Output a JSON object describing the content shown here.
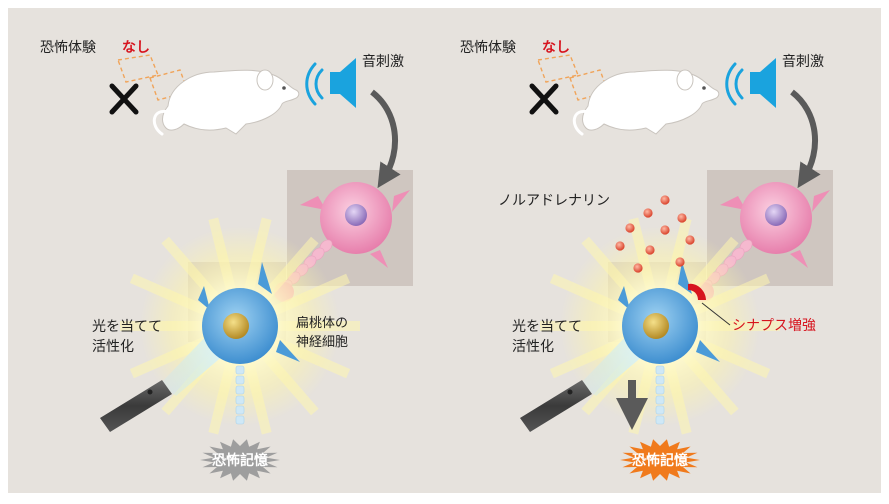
{
  "colors": {
    "background": "#e6e2dd",
    "mouse": "#ffffff",
    "speaker": "#1aa3de",
    "amygdala_cell": "#ee8fb6",
    "activated_cell": "#4b9bd8",
    "nucleus_pink": "#9b7ec4",
    "nucleus_gold": "#c9a23a",
    "glow": "#fff9b8",
    "accent_red": "#d7141e",
    "memory_gray": "#9e9e9e",
    "memory_orange": "#f07a1c",
    "noradrenaline_dot": "#e8604a",
    "arrow_gray": "#5a5a5a"
  },
  "panels": [
    {
      "fear_label": "恐怖体験",
      "fear_none": "なし",
      "sound_label": "音刺激",
      "light_label_1": "光を当てて",
      "light_label_2": "活性化",
      "amygdala_label_1": "扁桃体の",
      "amygdala_label_2": "神経細胞",
      "memory_label": "恐怖記憶",
      "memory_state": "inactive"
    },
    {
      "fear_label": "恐怖体験",
      "fear_none": "なし",
      "sound_label": "音刺激",
      "light_label_1": "光を当てて",
      "light_label_2": "活性化",
      "noradrenaline_label": "ノルアドレナリン",
      "synapse_label": "シナプス増強",
      "memory_label": "恐怖記憶",
      "memory_state": "active"
    }
  ]
}
